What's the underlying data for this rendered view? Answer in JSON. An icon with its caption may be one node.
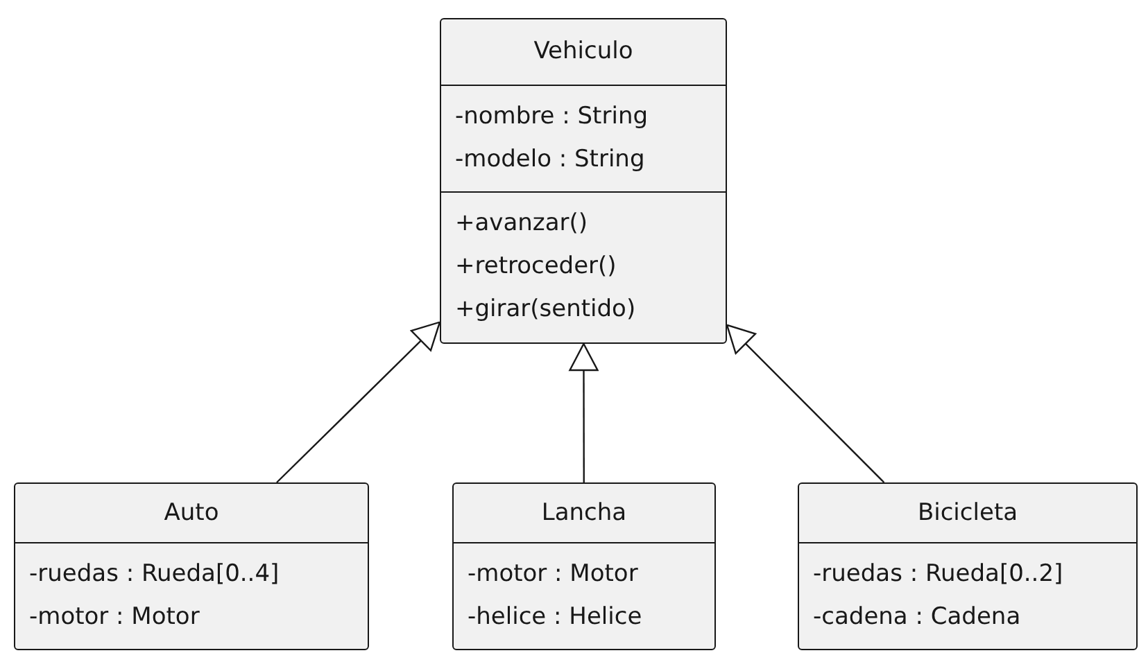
{
  "diagram": {
    "nodes": [
      {
        "text": [
          "Vehiculo",
          "-nombre : String",
          "-modelo : String",
          "+avanzar()",
          "+retroceder()",
          "+girar(sentido)"
        ]
      },
      {
        "text": [
          "Auto",
          "-ruedas : Rueda[0..4]",
          "-motor : Motor"
        ]
      },
      {
        "text": [
          "Lancha",
          "-motor : Motor",
          "-helice : Helice"
        ]
      },
      {
        "text": [
          "Bicicleta",
          "-ruedas : Rueda[0..2]",
          "-cadena : Cadena"
        ]
      }
    ],
    "edges": [
      {
        "from": 1,
        "to": 0,
        "arrow": "to"
      },
      {
        "from": 2,
        "to": 0,
        "arrow": "to"
      },
      {
        "from": 3,
        "to": 0,
        "arrow": "to"
      }
    ]
  }
}
